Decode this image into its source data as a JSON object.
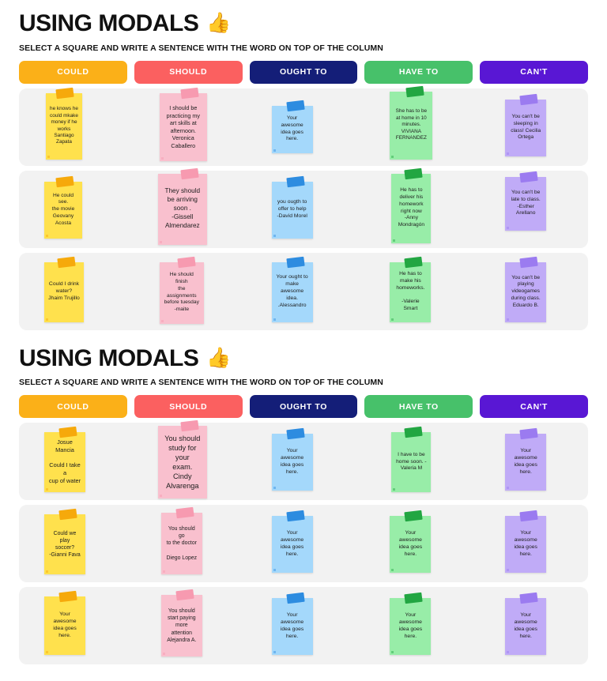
{
  "boards": [
    {
      "title": "USING MODALS",
      "emoji": "👍",
      "subtitle": "SELECT A SQUARE AND WRITE A SENTENCE WITH THE WORD ON TOP OF THE COLUMN",
      "columns": [
        {
          "label": "COULD",
          "color": "#fbb018",
          "note_color": "#ffe14d",
          "tape_color": "#f6a90b"
        },
        {
          "label": "SHOULD",
          "color": "#fb6060",
          "note_color": "#f9c0ce",
          "tape_color": "#f79ab0"
        },
        {
          "label": "OUGHT TO",
          "color": "#141e78",
          "note_color": "#a4d8fb",
          "tape_color": "#2d8ce0"
        },
        {
          "label": "HAVE TO",
          "color": "#47c16a",
          "note_color": "#98eda8",
          "tape_color": "#22a642"
        },
        {
          "label": "CAN'T",
          "color": "#5917d4",
          "note_color": "#c0abf7",
          "tape_color": "#9b7bf0"
        }
      ],
      "rows": [
        [
          "he knows he\ncould mkake\nmoney if he\nworks\nSantiago\nZapata",
          "I should be\npracticing my\nart skills at\nafternoon.\nVeronica\nCaballero",
          "Your awesome\nidea goes here.",
          "She has to be\nat home in 10\nminutes.\nVIVIANA\nFERNANDEZ",
          "You can't be\nsleeping in\nclass! Cecilia\nOrtega"
        ],
        [
          "He could see.\nthe movie\nGeovany\nAcosta",
          "They should\nbe arriving\nsoon .\n-Gissell\nAlmendarez",
          "you ougth to\noffer to help\n-David Morel",
          "He has to\ndeliver his\nhomework\nright now\n-Anny\nMondragón",
          "You can't be\nlate to class.\n-Esther\nArellano"
        ],
        [
          "Could I drink\nwater?\nJhaim Trujillo",
          "He should finish\nthe assignments\nbefore tuesday\n-maite",
          "Your ought to\nmake\nawesome idea.\n.Alessandro",
          "He has to\nmake his\nhomeworks.\n\n-Valerie Smart",
          "You can't be\nplaying\nvideogames\nduring class.\nEduardo B."
        ]
      ]
    },
    {
      "title": "USING MODALS",
      "emoji": "👍",
      "subtitle": "SELECT A SQUARE AND WRITE A SENTENCE WITH THE WORD ON TOP OF THE COLUMN",
      "columns": [
        {
          "label": "COULD",
          "color": "#fbb018",
          "note_color": "#ffe14d",
          "tape_color": "#f6a90b"
        },
        {
          "label": "SHOULD",
          "color": "#fb6060",
          "note_color": "#f9c0ce",
          "tape_color": "#f79ab0"
        },
        {
          "label": "OUGHT TO",
          "color": "#141e78",
          "note_color": "#a4d8fb",
          "tape_color": "#2d8ce0"
        },
        {
          "label": "HAVE TO",
          "color": "#47c16a",
          "note_color": "#98eda8",
          "tape_color": "#22a642"
        },
        {
          "label": "CAN'T",
          "color": "#5917d4",
          "note_color": "#c0abf7",
          "tape_color": "#9b7bf0"
        }
      ],
      "rows": [
        [
          "Josue Mancia\n\nCould I take a\ncup of water",
          "You should\nstudy for your\nexam.\nCindy Alvarenga",
          "Your awesome\nidea goes here.",
          "I have to be\nhome soon. -\nValeria M",
          "Your awesome\nidea goes here."
        ],
        [
          "Could we play\nsoccer?\n-Gianni Fava",
          "You should go\nto the doctor\n\nDiego Lopez",
          "Your awesome\nidea goes here.",
          "Your awesome\nidea goes here.",
          "Your awesome\nidea goes here."
        ],
        [
          "Your awesome\nidea goes here.",
          "You should\nstart paying\nmore attention\nAlejandra A.",
          "Your awesome\nidea goes here.",
          "Your awesome\nidea goes here.",
          "Your awesome\nidea goes here."
        ]
      ]
    }
  ]
}
